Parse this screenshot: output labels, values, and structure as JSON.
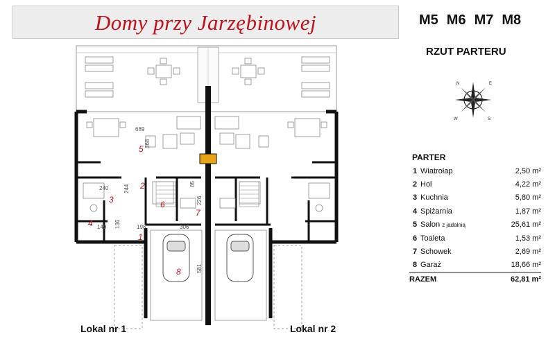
{
  "header": {
    "title": "Domy przy Jarzębinowej",
    "models": [
      "M5",
      "M6",
      "M7",
      "M8"
    ]
  },
  "section": {
    "plan_title": "RZUT PARTERU"
  },
  "plan": {
    "dims": [
      "689",
      "368",
      "240",
      "244",
      "85",
      "149",
      "136",
      "198",
      "306",
      "581",
      "226"
    ],
    "room_numbers": [
      "5",
      "2",
      "3",
      "6",
      "7",
      "4",
      "1",
      "8"
    ],
    "units": [
      "Lokal nr 1",
      "Lokal nr 2"
    ]
  },
  "compass": {
    "letters": [
      "N",
      "S",
      "W",
      "E"
    ]
  },
  "table": {
    "title": "PARTER",
    "rows": [
      {
        "num": "1",
        "name": "Wiatrołap",
        "note": "",
        "area": "2,50 m²"
      },
      {
        "num": "2",
        "name": "Hol",
        "note": "",
        "area": "4,22 m²"
      },
      {
        "num": "3",
        "name": "Kuchnia",
        "note": "",
        "area": "5,80 m²"
      },
      {
        "num": "4",
        "name": "Spiżarnia",
        "note": "",
        "area": "1,87 m²"
      },
      {
        "num": "5",
        "name": "Salon",
        "note": "z jadalnią",
        "area": "25,61 m²"
      },
      {
        "num": "6",
        "name": "Toaleta",
        "note": "",
        "area": "1,53 m²"
      },
      {
        "num": "7",
        "name": "Schowek",
        "note": "",
        "area": "2,69 m²"
      },
      {
        "num": "8",
        "name": "Garaż",
        "note": "",
        "area": "18,66 m²"
      }
    ],
    "total_label": "RAZEM",
    "total_area": "62,81 m²"
  },
  "colors": {
    "title": "#c1121c",
    "wall": "#111111",
    "furniture": "#9a9a9a",
    "accent": "#e8a317"
  }
}
